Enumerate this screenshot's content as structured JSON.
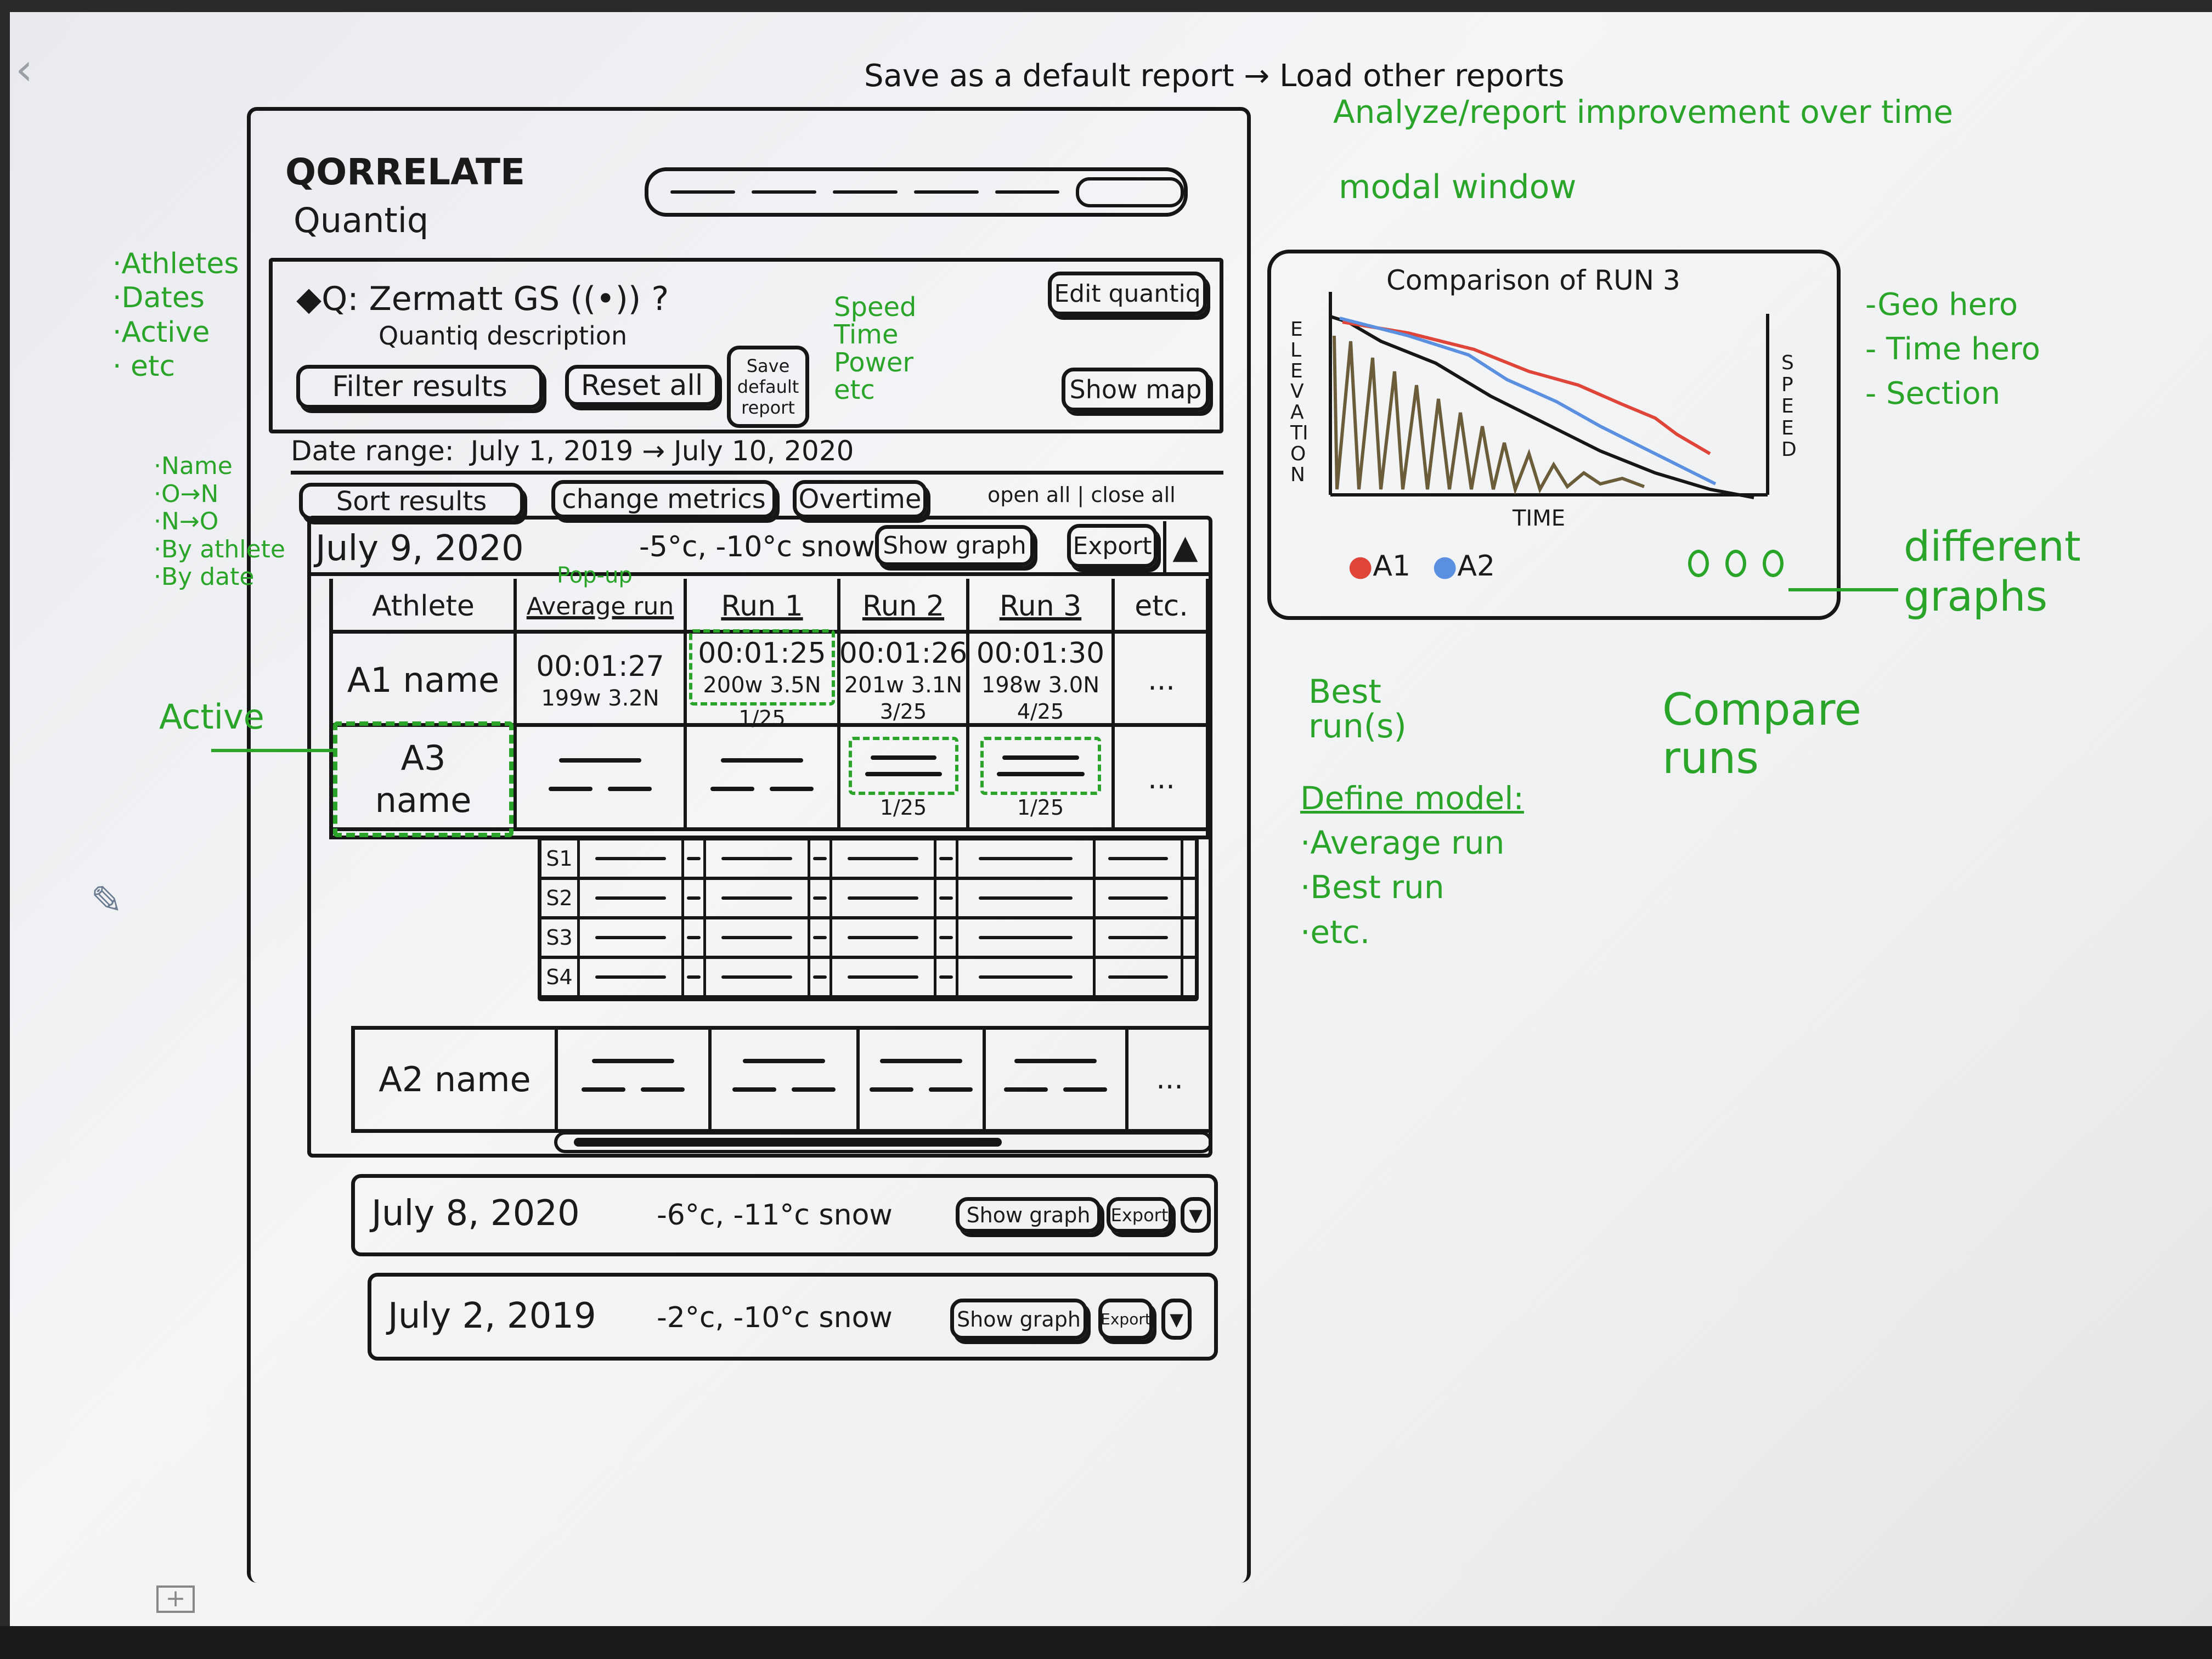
{
  "app": {
    "logo": "QORRELATE",
    "subtitle": "Quantiq"
  },
  "query": {
    "title": "Q: Zermatt GS",
    "live_icon": "((•))",
    "help": "?",
    "description": "Quantiq description",
    "edit_label": "Edit quantiq",
    "filter_label": "Filter results",
    "reset_label": "Reset all",
    "save_default_label": "Save default report",
    "show_map_label": "Show map"
  },
  "date_range": {
    "label": "Date range:",
    "value": "July 1, 2019 → July 10, 2020"
  },
  "toolbar": {
    "sort_label": "Sort results",
    "metrics_label": "change metrics",
    "overtime_label": "Overtime",
    "open_all": "open all",
    "close_all": "close all",
    "separator": "|"
  },
  "days": [
    {
      "date": "July 9, 2020",
      "weather": "-5°c, -10°c snow.",
      "show_graph": "Show graph",
      "export": "Export",
      "toggle": "▲"
    },
    {
      "date": "July 8, 2020",
      "weather": "-6°c, -11°c snow",
      "show_graph": "Show graph",
      "export": "Export",
      "toggle": "▼"
    },
    {
      "date": "July 2, 2019",
      "weather": "-2°c, -10°c snow",
      "show_graph": "Show graph",
      "export": "Export",
      "toggle": "▼"
    }
  ],
  "table": {
    "headers": [
      "Athlete",
      "Average run",
      "Run 1",
      "Run 2",
      "Run 3",
      "etc."
    ],
    "rows": [
      {
        "athlete": "A1 name",
        "avg": {
          "time": "00:01:27",
          "stats": "199w 3.2N"
        },
        "run1": {
          "time": "00:01:25",
          "stats": "200w 3.5N",
          "rank": "1/25"
        },
        "run2": {
          "time": "00:01:26",
          "stats": "201w 3.1N",
          "rank": "3/25"
        },
        "run3": {
          "time": "00:01:30",
          "stats": "198w 3.0N",
          "rank": "4/25"
        },
        "more": "..."
      },
      {
        "athlete": "A3 name",
        "run2_rank": "1/25",
        "run3_rank": "1/25",
        "more": "..."
      },
      {
        "athlete": "A2 name",
        "more": "..."
      }
    ],
    "sections": [
      "S1",
      "S2",
      "S3",
      "S4"
    ]
  },
  "modal": {
    "title": "Comparison of RUN 3",
    "y_label": "ELEVATION",
    "y2_label": "SPEED",
    "x_label": "TIME",
    "legend": [
      {
        "name": "A1",
        "color": "#e0453a"
      },
      {
        "name": "A2",
        "color": "#5b8fe0"
      }
    ]
  },
  "annotations": {
    "filters": [
      "·Athletes",
      "·Dates",
      "·Active",
      "· etc"
    ],
    "sorts": [
      "·Name",
      "·O→N",
      "·N→O",
      "·By athlete",
      "·By date"
    ],
    "active": "Active",
    "metrics": [
      "Speed",
      "Time",
      "Power",
      "etc"
    ],
    "save_note": "Save as a default report → Load other reports",
    "analyze_note": "Analyze/report improvement over time",
    "modal_note": "modal window",
    "graph_types": [
      "-Geo hero",
      "- Time hero",
      "- Section"
    ],
    "different_graphs": "different graphs",
    "best_runs": "Best run(s)",
    "compare_runs": "Compare runs",
    "popup": "Pop-up",
    "define_model": {
      "title": "Define model:",
      "items": [
        "·Average run",
        "·Best run",
        "·etc."
      ]
    }
  }
}
